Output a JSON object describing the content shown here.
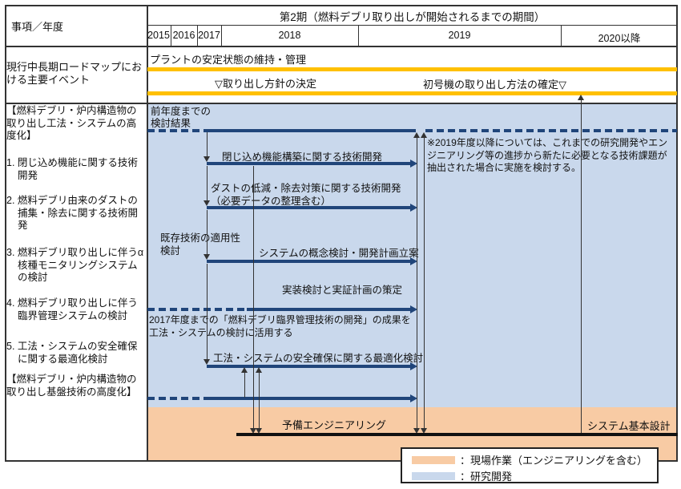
{
  "header": {
    "corner": "事項／年度",
    "phase_title": "第2期（燃料デブリ取り出しが開始されるまでの期間）",
    "years": [
      "2015",
      "2016",
      "2017",
      "2018",
      "2019",
      "2020以降"
    ]
  },
  "events_row": {
    "label": "現行中長期ロードマップにおける主要イベント",
    "plant_stability": "プラントの安定状態の維持・管理",
    "policy_decision": "▽取り出し方針の決定",
    "method_confirmation": "初号機の取り出し方法の確定▽"
  },
  "left_column": {
    "items": [
      "【燃料デブリ・炉内構造物の取り出し工法・システムの高度化】",
      "1. 閉じ込め機能に関する技術開発",
      "2. 燃料デブリ由来のダストの捕集・除去に関する技術開発",
      "3. 燃料デブリ取り出しに伴うα核種モニタリングシステムの検討",
      "4. 燃料デブリ取り出しに伴う臨界管理システムの検討",
      "5. 工法・システムの安全確保に関する最適化検討",
      "【燃料デブリ・炉内構造物の取り出し基盤技術の高度化】"
    ]
  },
  "gantt": {
    "prev_results": "前年度までの検討結果",
    "containment_label": "閉じ込め機能構築に関する技術開発",
    "dust_label_line1": "ダストの低減・除去対策に関する技術開発",
    "dust_label_line2": "（必要データの整理含む）",
    "existing_tech_label": "既存技術の適用性検討",
    "system_concept_label": "システムの概念検討・開発計画立案",
    "implementation_label": "実装検討と実証計画の策定",
    "criticality_note": "2017年度までの「燃料デブリ臨界管理技術の開発」の成果を工法・システムの検討に活用する",
    "optimization_label": "工法・システムの安全確保に関する最適化検討",
    "note_2019": "※2019年度以降については、これまでの研究開発やエンジニアリング等の進捗から新たに必要となる技術課題が抽出された場合に実施を検討する。",
    "pre_engineering": "予備エンジニアリング",
    "system_basic_design": "システム基本設計"
  },
  "legend": {
    "items": [
      {
        "label": "：現場作業（エンジニアリングを含む）",
        "color": "#F8CBA4"
      },
      {
        "label": "：研究開発",
        "color": "#C9D8EC"
      }
    ]
  },
  "colors": {
    "field_blue": "#C9D8EC",
    "field_orange": "#F8CBA4",
    "bar_navy": "#20457A",
    "milestone_yellow": "#FFC000",
    "timeline_black": "#111111"
  }
}
